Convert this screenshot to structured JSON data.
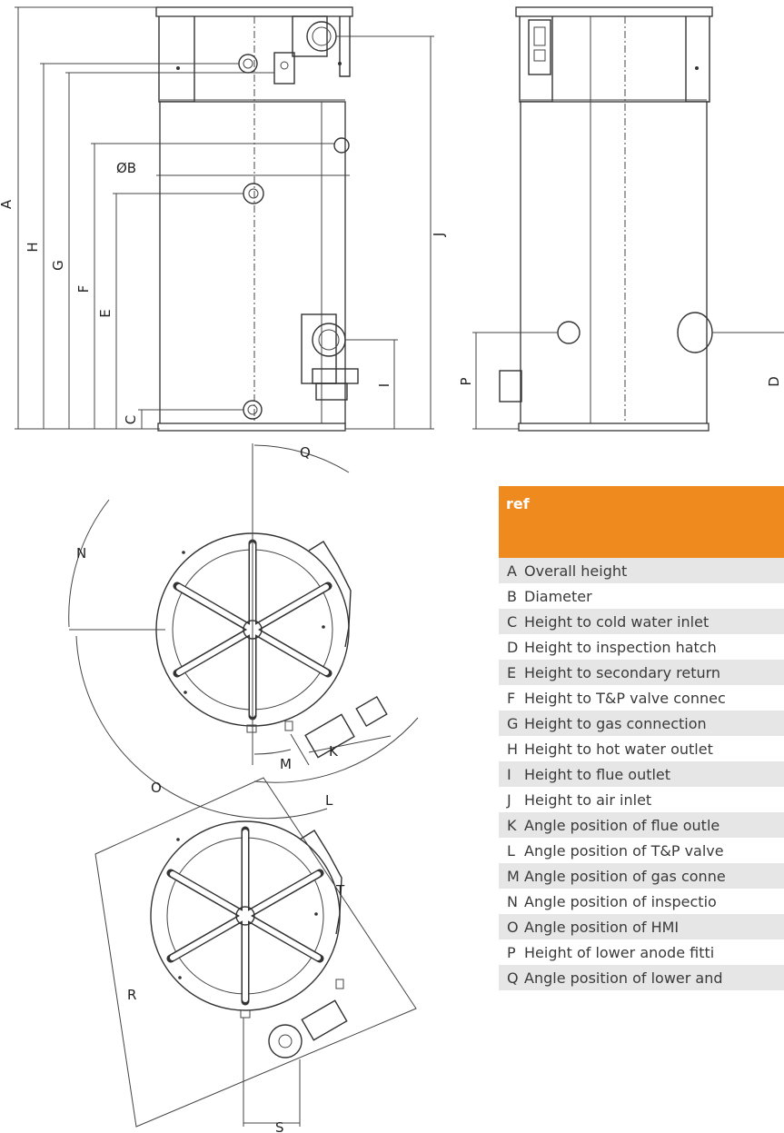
{
  "dimension_letters": [
    "A",
    "B",
    "C",
    "D",
    "E",
    "F",
    "G",
    "H",
    "I",
    "J",
    "K",
    "L",
    "M",
    "N",
    "O",
    "P",
    "Q",
    "R",
    "S",
    "T"
  ],
  "diameter_label": "ØB",
  "table": {
    "header": "ref",
    "header_color": "#ef8a1f",
    "stripe_color": "#e6e6e6",
    "rows": [
      {
        "ref": "A",
        "desc": "Overall height"
      },
      {
        "ref": "B",
        "desc": "Diameter"
      },
      {
        "ref": "C",
        "desc": "Height to cold water inlet"
      },
      {
        "ref": "D",
        "desc": "Height to inspection hatch"
      },
      {
        "ref": "E",
        "desc": "Height to secondary return"
      },
      {
        "ref": "F",
        "desc": "Height to T&P valve connec"
      },
      {
        "ref": "G",
        "desc": "Height to gas connection"
      },
      {
        "ref": "H",
        "desc": "Height to hot water outlet"
      },
      {
        "ref": "I",
        "desc": "Height to flue outlet"
      },
      {
        "ref": "J",
        "desc": "Height to air inlet"
      },
      {
        "ref": "K",
        "desc": "Angle position of flue outle"
      },
      {
        "ref": "L",
        "desc": "Angle position of T&P valve"
      },
      {
        "ref": "M",
        "desc": "Angle position of gas conne"
      },
      {
        "ref": "N",
        "desc": "Angle position of inspectio"
      },
      {
        "ref": "O",
        "desc": "Angle position of HMI"
      },
      {
        "ref": "P",
        "desc": "Height of lower anode fitti"
      },
      {
        "ref": "Q",
        "desc": "Angle position of lower and"
      }
    ]
  }
}
